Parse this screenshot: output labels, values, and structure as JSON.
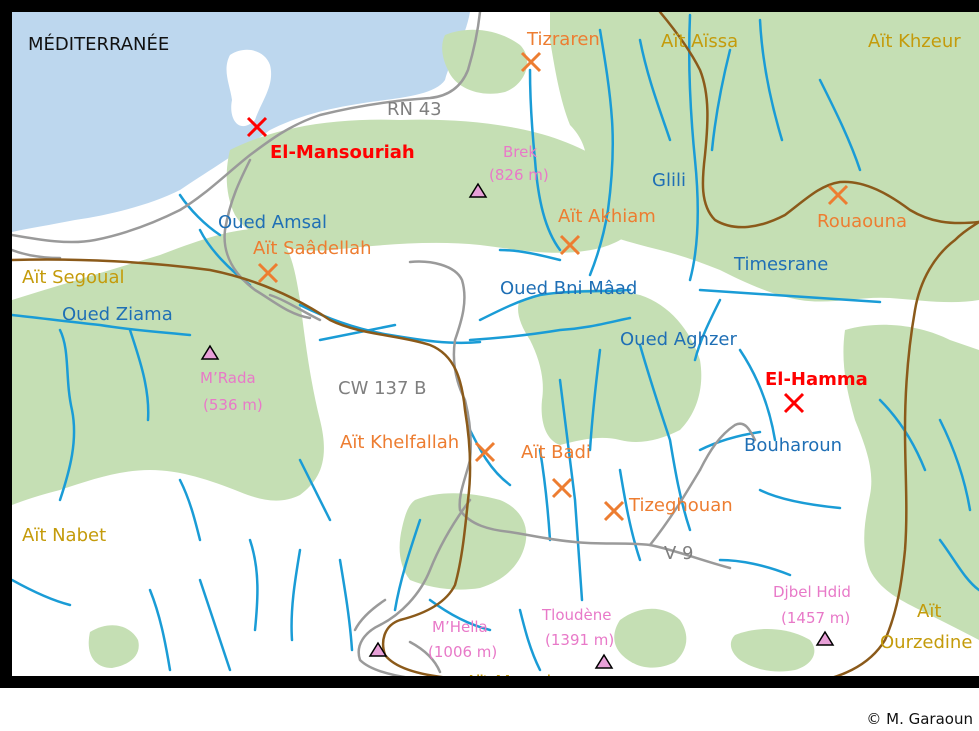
{
  "colors": {
    "sea": "#bdd7ee",
    "forest": "#c5dfb4",
    "river": "#1a9cd6",
    "road": "#9a9a9a",
    "boundary": "#8b5a1a",
    "tribe_label": "#c49b0b",
    "river_label": "#1f6fb5",
    "road_label": "#7f7f7f",
    "village": "#ed7d31",
    "town": "#ff0000",
    "peak_fill": "#e8a0d8",
    "peak_label": "#e879c8",
    "frame": "#000000"
  },
  "sea": {
    "name": "MÉDITERRANÉE"
  },
  "towns": [
    {
      "name": "El-Mansouriah"
    },
    {
      "name": "El-Hamma"
    }
  ],
  "villages": [
    {
      "name": "Tizraren"
    },
    {
      "name": "Aït Akhiam"
    },
    {
      "name": "Aït Saâdellah"
    },
    {
      "name": "Rouaouna"
    },
    {
      "name": "Aït Khelfallah"
    },
    {
      "name": "Aït Badi"
    },
    {
      "name": "Tizeghouan"
    }
  ],
  "tribes": [
    {
      "name": "Aït Aïssa"
    },
    {
      "name": "Aït Khzeur"
    },
    {
      "name": "Aït Segoual"
    },
    {
      "name": "Aït Nabet"
    },
    {
      "name": "Aït Mermi"
    },
    {
      "name": "Aït"
    },
    {
      "name": "Ourzedine"
    }
  ],
  "rivers": [
    {
      "name": "Oued Amsal"
    },
    {
      "name": "Oued Ziama"
    },
    {
      "name": "Oued Bni Mâad"
    },
    {
      "name": "Oued Aghzer"
    },
    {
      "name": "Glili"
    },
    {
      "name": "Timesrane"
    },
    {
      "name": "Bouharoun"
    }
  ],
  "roads": [
    {
      "name": "RN 43"
    },
    {
      "name": "CW 137 B"
    },
    {
      "name": "V 9"
    }
  ],
  "peaks": [
    {
      "name": "Brek",
      "elevation": "(826 m)"
    },
    {
      "name": "M’Rada",
      "elevation": "(536 m)"
    },
    {
      "name": "M’Hella",
      "elevation": "(1006 m)"
    },
    {
      "name": "Tloudène",
      "elevation": "(1391 m)"
    },
    {
      "name": "Djbel Hdid",
      "elevation": "(1457 m)"
    }
  ],
  "credit": "© M. Garaoun"
}
